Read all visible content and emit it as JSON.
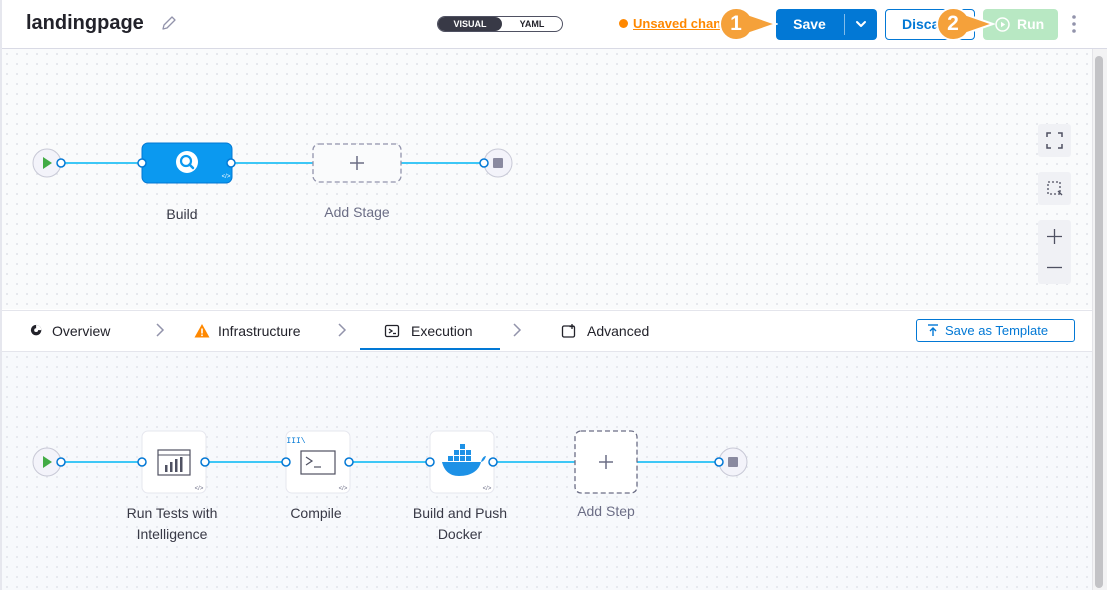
{
  "header": {
    "title": "landingpage",
    "view_toggle": [
      "VISUAL",
      "YAML"
    ],
    "unsaved_label": "Unsaved changes",
    "save_label": "Save",
    "discard_label": "Discard",
    "run_label": "Run"
  },
  "callouts": [
    "1",
    "2"
  ],
  "stage_pipeline": {
    "stages": [
      {
        "label": "Build",
        "icon": "ci-build-icon"
      },
      {
        "label": "Add Stage",
        "icon": "plus-icon"
      }
    ]
  },
  "tabs": [
    {
      "label": "Overview",
      "icon": "overview-icon"
    },
    {
      "label": "Infrastructure",
      "icon": "warning-icon"
    },
    {
      "label": "Execution",
      "icon": "execution-icon",
      "active": true
    },
    {
      "label": "Advanced",
      "icon": "advanced-icon"
    }
  ],
  "save_as_template_label": "Save as Template",
  "execution": {
    "steps": [
      {
        "label": "Run Tests with Intelligence",
        "line1": "Run Tests with",
        "line2": "Intelligence",
        "icon": "test-intelligence-icon"
      },
      {
        "label": "Compile",
        "icon": "terminal-icon"
      },
      {
        "label": "Build and Push Docker",
        "line1": "Build and Push",
        "line2": "Docker",
        "icon": "docker-icon"
      },
      {
        "label": "Add Step",
        "icon": "plus-icon"
      }
    ]
  },
  "colors": {
    "primary": "#0278d5",
    "unsaved": "#ff8800",
    "run_disabled": "#b8e8c3",
    "callout": "#f5a13a",
    "connector": "#3dc7f6"
  }
}
